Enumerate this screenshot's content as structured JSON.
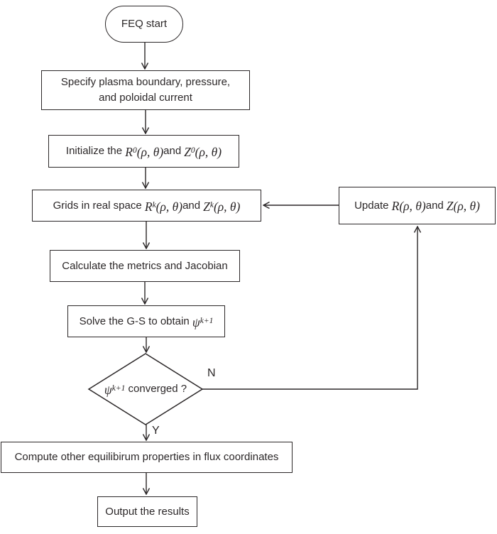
{
  "nodes": {
    "start": {
      "label": "FEQ start"
    },
    "specify": {
      "line1": "Specify plasma boundary, pressure,",
      "line2": "and poloidal current"
    },
    "initialize": {
      "text": "Initialize the",
      "m1_base": "R",
      "m1_sup": "0",
      "m1_args": "(ρ, θ)",
      "and": "and",
      "m2_base": "Z",
      "m2_sup": "0",
      "m2_args": "(ρ, θ)"
    },
    "grids": {
      "text": "Grids in real space",
      "m1_base": "R",
      "m1_sup": "k",
      "m1_args": "(ρ, θ)",
      "and": "and",
      "m2_base": "Z",
      "m2_sup": "k",
      "m2_args": "(ρ, θ)"
    },
    "update": {
      "text": "Update",
      "m1_base": "R",
      "m1_args": "(ρ, θ)",
      "and": "and",
      "m2_base": "Z",
      "m2_args": "(ρ, θ)"
    },
    "calculate": {
      "label": "Calculate the metrics and Jacobian"
    },
    "solve": {
      "text": "Solve the G-S to obtain",
      "m_base": "ψ",
      "m_sup": "k+1"
    },
    "decision": {
      "m_base": "ψ",
      "m_sup": "k+1",
      "text": "converged ?"
    },
    "compute": {
      "label": "Compute other equilibirum properties in flux coordinates"
    },
    "output": {
      "label": "Output the results"
    }
  },
  "edge_labels": {
    "no": "N",
    "yes": "Y"
  },
  "colors": {
    "stroke": "#2b2728",
    "background": "#ffffff"
  }
}
